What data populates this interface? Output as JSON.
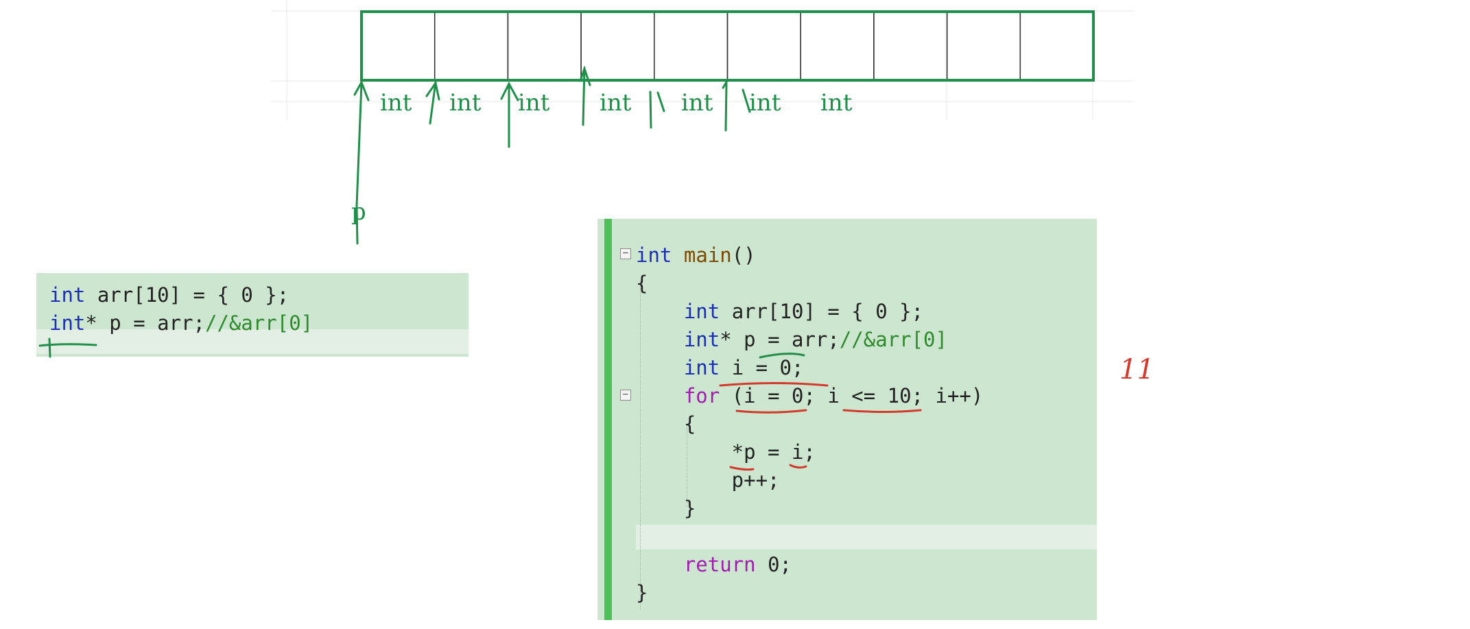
{
  "diagram": {
    "cell_count": 10,
    "cell_labels": [
      "int",
      "int",
      "int",
      "int",
      "int",
      "int",
      "int"
    ],
    "pointer_label": "p",
    "margin_note": "11"
  },
  "snippet": {
    "lines": [
      [
        {
          "t": "int",
          "c": "kw"
        },
        {
          "t": " arr[10] = { 0 };",
          "c": ""
        }
      ],
      [
        {
          "t": "int",
          "c": "kw"
        },
        {
          "t": "* p = arr;",
          "c": ""
        },
        {
          "t": "//&arr[0]",
          "c": "cm"
        }
      ]
    ]
  },
  "code": {
    "lines": [
      [
        {
          "t": "int",
          "c": "kw"
        },
        {
          "t": " ",
          "c": ""
        },
        {
          "t": "main",
          "c": "fn"
        },
        {
          "t": "()",
          "c": ""
        }
      ],
      [
        {
          "t": "{",
          "c": ""
        }
      ],
      [
        {
          "t": "    ",
          "c": ""
        },
        {
          "t": "int",
          "c": "kw"
        },
        {
          "t": " arr[10] = { 0 };",
          "c": ""
        }
      ],
      [
        {
          "t": "    ",
          "c": ""
        },
        {
          "t": "int",
          "c": "kw"
        },
        {
          "t": "* p = arr;",
          "c": ""
        },
        {
          "t": "//&arr[0]",
          "c": "cm"
        }
      ],
      [
        {
          "t": "    ",
          "c": ""
        },
        {
          "t": "int",
          "c": "kw"
        },
        {
          "t": " i = 0;",
          "c": ""
        }
      ],
      [
        {
          "t": "    ",
          "c": ""
        },
        {
          "t": "for",
          "c": "kw2"
        },
        {
          "t": " (i = 0; i <= 10; i++)",
          "c": ""
        }
      ],
      [
        {
          "t": "    {",
          "c": ""
        }
      ],
      [
        {
          "t": "        *p = i;",
          "c": ""
        }
      ],
      [
        {
          "t": "        p++;",
          "c": ""
        }
      ],
      [
        {
          "t": "    }",
          "c": ""
        }
      ],
      [
        {
          "t": "",
          "c": ""
        }
      ],
      [
        {
          "t": "    ",
          "c": ""
        },
        {
          "t": "return",
          "c": "kw2"
        },
        {
          "t": " 0;",
          "c": ""
        }
      ],
      [
        {
          "t": "}",
          "c": ""
        }
      ]
    ]
  },
  "colors": {
    "ink_green": "#1f8f4a",
    "ink_red": "#d33a2c",
    "panel_bg": "#cde6cf",
    "keyword": "#1a2fb5",
    "control_keyword": "#a21cb0",
    "comment": "#2e8a2e"
  }
}
